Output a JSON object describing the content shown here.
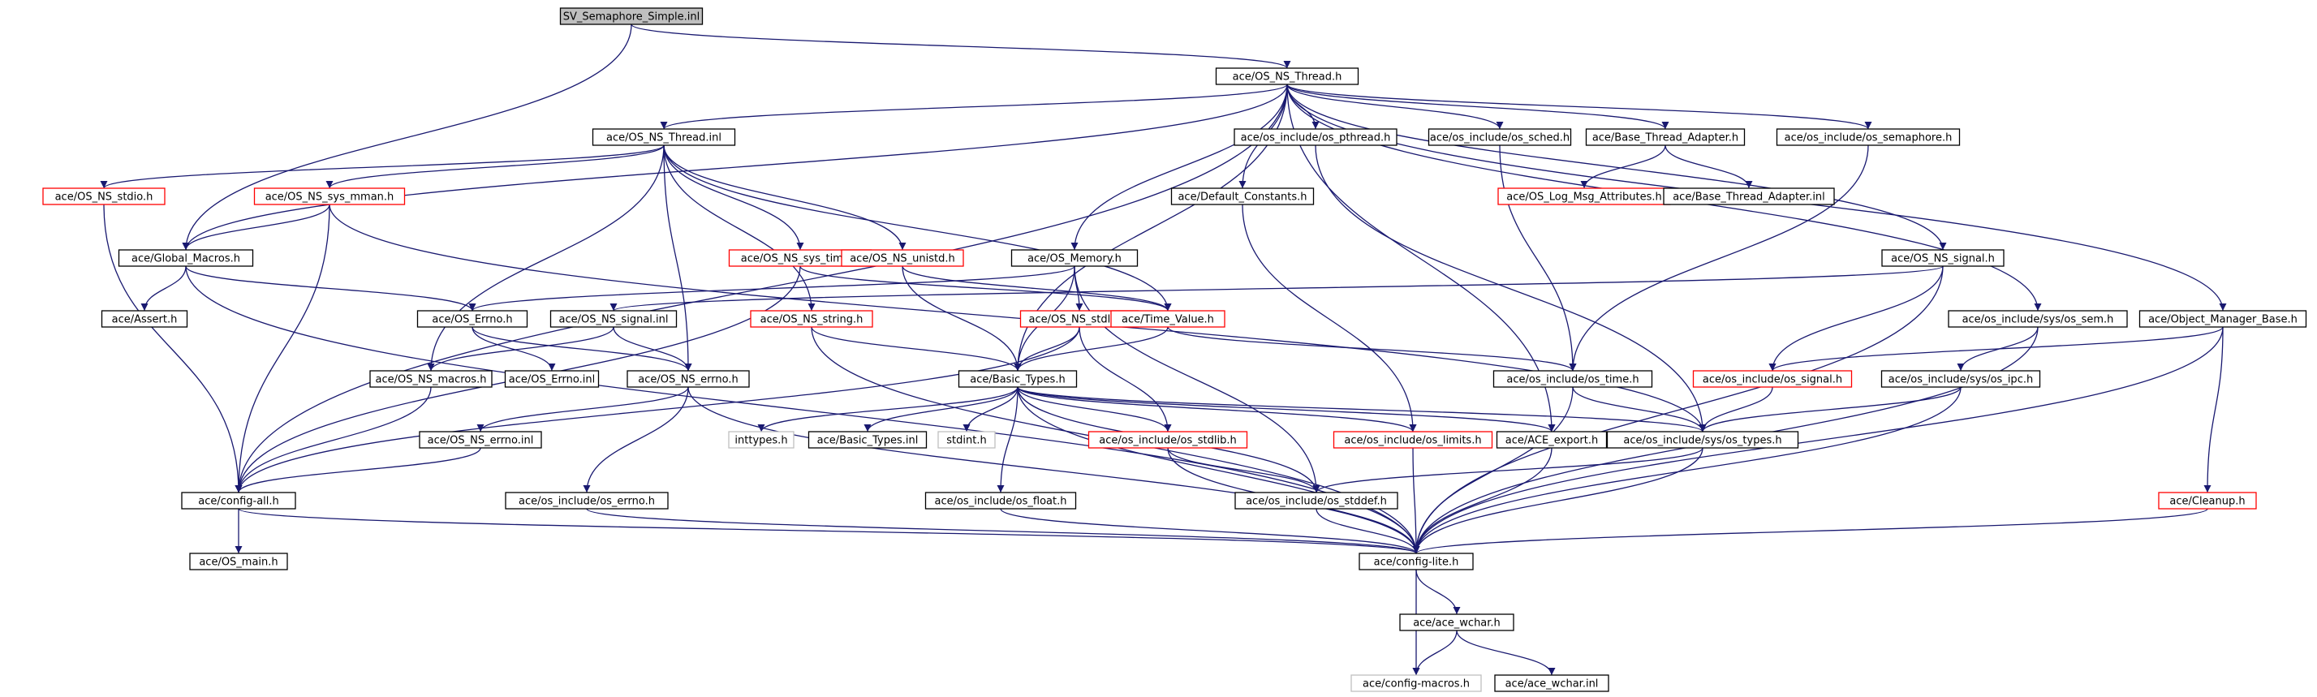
{
  "colors": {
    "edge": "#191970",
    "root_fill": "#bfbfbf",
    "documented_border": "#000000",
    "incomplete_border": "#ff0000",
    "undocumented_border": "#bfbfbf",
    "background": "#ffffff"
  },
  "nodes": [
    {
      "id": "root",
      "label": "SV_Semaphore_Simple.inl",
      "style": "root"
    },
    {
      "id": "os_ns_thread_h",
      "label": "ace/OS_NS_Thread.h",
      "style": "documented"
    },
    {
      "id": "os_ns_thread_inl",
      "label": "ace/OS_NS_Thread.inl",
      "style": "documented"
    },
    {
      "id": "os_pthread",
      "label": "ace/os_include/os_pthread.h",
      "style": "documented"
    },
    {
      "id": "os_sched",
      "label": "ace/os_include/os_sched.h",
      "style": "documented"
    },
    {
      "id": "base_thread_adapter_h",
      "label": "ace/Base_Thread_Adapter.h",
      "style": "documented"
    },
    {
      "id": "os_semaphore",
      "label": "ace/os_include/os_semaphore.h",
      "style": "documented"
    },
    {
      "id": "os_ns_stdio",
      "label": "ace/OS_NS_stdio.h",
      "style": "incomplete"
    },
    {
      "id": "os_ns_sys_mman",
      "label": "ace/OS_NS_sys_mman.h",
      "style": "incomplete"
    },
    {
      "id": "default_constants",
      "label": "ace/Default_Constants.h",
      "style": "documented"
    },
    {
      "id": "os_log_msg_attributes",
      "label": "ace/OS_Log_Msg_Attributes.h",
      "style": "incomplete"
    },
    {
      "id": "base_thread_adapter_inl",
      "label": "ace/Base_Thread_Adapter.inl",
      "style": "documented"
    },
    {
      "id": "global_macros",
      "label": "ace/Global_Macros.h",
      "style": "documented"
    },
    {
      "id": "os_ns_sys_time",
      "label": "ace/OS_NS_sys_time.h",
      "style": "incomplete"
    },
    {
      "id": "os_ns_unistd",
      "label": "ace/OS_NS_unistd.h",
      "style": "incomplete"
    },
    {
      "id": "os_memory",
      "label": "ace/OS_Memory.h",
      "style": "documented"
    },
    {
      "id": "os_ns_signal_h",
      "label": "ace/OS_NS_signal.h",
      "style": "documented"
    },
    {
      "id": "assert_h",
      "label": "ace/Assert.h",
      "style": "documented"
    },
    {
      "id": "os_errno_h",
      "label": "ace/OS_Errno.h",
      "style": "documented"
    },
    {
      "id": "os_ns_signal_inl",
      "label": "ace/OS_NS_signal.inl",
      "style": "documented"
    },
    {
      "id": "os_ns_string",
      "label": "ace/OS_NS_string.h",
      "style": "incomplete"
    },
    {
      "id": "os_ns_stdlib",
      "label": "ace/OS_NS_stdlib.h",
      "style": "incomplete"
    },
    {
      "id": "time_value",
      "label": "ace/Time_Value.h",
      "style": "incomplete"
    },
    {
      "id": "sys_os_sem",
      "label": "ace/os_include/sys/os_sem.h",
      "style": "documented"
    },
    {
      "id": "object_manager_base",
      "label": "ace/Object_Manager_Base.h",
      "style": "documented"
    },
    {
      "id": "os_ns_macros",
      "label": "ace/OS_NS_macros.h",
      "style": "documented"
    },
    {
      "id": "os_errno_inl",
      "label": "ace/OS_Errno.inl",
      "style": "documented"
    },
    {
      "id": "os_ns_errno_h",
      "label": "ace/OS_NS_errno.h",
      "style": "documented"
    },
    {
      "id": "basic_types_h",
      "label": "ace/Basic_Types.h",
      "style": "documented"
    },
    {
      "id": "os_time",
      "label": "ace/os_include/os_time.h",
      "style": "documented"
    },
    {
      "id": "os_signal",
      "label": "ace/os_include/os_signal.h",
      "style": "incomplete"
    },
    {
      "id": "sys_os_ipc",
      "label": "ace/os_include/sys/os_ipc.h",
      "style": "documented"
    },
    {
      "id": "os_ns_errno_inl",
      "label": "ace/OS_NS_errno.inl",
      "style": "documented"
    },
    {
      "id": "inttypes",
      "label": "inttypes.h",
      "style": "undocumented"
    },
    {
      "id": "basic_types_inl",
      "label": "ace/Basic_Types.inl",
      "style": "documented"
    },
    {
      "id": "stdint",
      "label": "stdint.h",
      "style": "undocumented"
    },
    {
      "id": "os_stdlib",
      "label": "ace/os_include/os_stdlib.h",
      "style": "incomplete"
    },
    {
      "id": "os_limits",
      "label": "ace/os_include/os_limits.h",
      "style": "incomplete"
    },
    {
      "id": "ace_export",
      "label": "ace/ACE_export.h",
      "style": "documented"
    },
    {
      "id": "sys_os_types",
      "label": "ace/os_include/sys/os_types.h",
      "style": "documented"
    },
    {
      "id": "config_all",
      "label": "ace/config-all.h",
      "style": "documented"
    },
    {
      "id": "os_errno_include",
      "label": "ace/os_include/os_errno.h",
      "style": "documented"
    },
    {
      "id": "os_float",
      "label": "ace/os_include/os_float.h",
      "style": "documented"
    },
    {
      "id": "os_stddef",
      "label": "ace/os_include/os_stddef.h",
      "style": "documented"
    },
    {
      "id": "cleanup",
      "label": "ace/Cleanup.h",
      "style": "incomplete"
    },
    {
      "id": "os_main",
      "label": "ace/OS_main.h",
      "style": "documented"
    },
    {
      "id": "config_lite",
      "label": "ace/config-lite.h",
      "style": "documented"
    },
    {
      "id": "ace_wchar_h",
      "label": "ace/ace_wchar.h",
      "style": "documented"
    },
    {
      "id": "config_macros",
      "label": "ace/config-macros.h",
      "style": "undocumented"
    },
    {
      "id": "ace_wchar_inl",
      "label": "ace/ace_wchar.inl",
      "style": "documented"
    }
  ],
  "edges": [
    [
      "root",
      "os_ns_thread_h"
    ],
    [
      "root",
      "global_macros"
    ],
    [
      "os_ns_thread_h",
      "os_ns_thread_inl"
    ],
    [
      "os_ns_thread_h",
      "os_pthread"
    ],
    [
      "os_ns_thread_h",
      "os_sched"
    ],
    [
      "os_ns_thread_h",
      "base_thread_adapter_h"
    ],
    [
      "os_ns_thread_h",
      "os_semaphore"
    ],
    [
      "os_ns_thread_h",
      "default_constants"
    ],
    [
      "os_ns_thread_h",
      "os_memory"
    ],
    [
      "os_ns_thread_h",
      "os_ns_signal_h"
    ],
    [
      "os_ns_thread_h",
      "sys_os_sem"
    ],
    [
      "os_ns_thread_h",
      "object_manager_base"
    ],
    [
      "os_ns_thread_h",
      "global_macros"
    ],
    [
      "os_ns_thread_h",
      "config_all"
    ],
    [
      "os_ns_thread_h",
      "basic_types_h"
    ],
    [
      "os_ns_thread_h",
      "ace_export"
    ],
    [
      "os_ns_thread_inl",
      "os_ns_stdio"
    ],
    [
      "os_ns_thread_inl",
      "os_ns_sys_mman"
    ],
    [
      "os_ns_thread_inl",
      "os_ns_sys_time"
    ],
    [
      "os_ns_thread_inl",
      "os_ns_unistd"
    ],
    [
      "os_ns_thread_inl",
      "os_ns_string"
    ],
    [
      "os_ns_thread_inl",
      "os_ns_macros"
    ],
    [
      "os_ns_thread_inl",
      "os_ns_errno_h"
    ],
    [
      "os_ns_thread_inl",
      "time_value"
    ],
    [
      "os_pthread",
      "sys_os_types"
    ],
    [
      "os_sched",
      "os_time"
    ],
    [
      "base_thread_adapter_h",
      "os_log_msg_attributes"
    ],
    [
      "base_thread_adapter_h",
      "base_thread_adapter_inl"
    ],
    [
      "os_semaphore",
      "os_time"
    ],
    [
      "default_constants",
      "os_limits"
    ],
    [
      "os_ns_stdio",
      "config_all"
    ],
    [
      "os_ns_sys_mman",
      "global_macros"
    ],
    [
      "os_ns_sys_mman",
      "config_all"
    ],
    [
      "os_ns_sys_mman",
      "sys_os_types"
    ],
    [
      "global_macros",
      "assert_h"
    ],
    [
      "global_macros",
      "os_errno_h"
    ],
    [
      "global_macros",
      "config_lite"
    ],
    [
      "os_ns_sys_time",
      "config_all"
    ],
    [
      "os_ns_sys_time",
      "time_value"
    ],
    [
      "os_ns_unistd",
      "basic_types_h"
    ],
    [
      "os_ns_unistd",
      "time_value"
    ],
    [
      "os_memory",
      "os_errno_h"
    ],
    [
      "os_memory",
      "basic_types_h"
    ],
    [
      "os_memory",
      "os_ns_stdlib"
    ],
    [
      "os_memory",
      "os_stddef"
    ],
    [
      "os_ns_signal_h",
      "os_ns_signal_inl"
    ],
    [
      "os_ns_signal_h",
      "os_signal"
    ],
    [
      "os_ns_signal_h",
      "config_lite"
    ],
    [
      "os_errno_h",
      "os_errno_inl"
    ],
    [
      "os_errno_h",
      "os_ns_errno_h"
    ],
    [
      "os_ns_signal_inl",
      "os_ns_macros"
    ],
    [
      "os_ns_signal_inl",
      "os_ns_errno_h"
    ],
    [
      "os_ns_string",
      "basic_types_h"
    ],
    [
      "os_ns_string",
      "config_lite"
    ],
    [
      "os_ns_stdlib",
      "basic_types_h"
    ],
    [
      "os_ns_stdlib",
      "config_all"
    ],
    [
      "os_ns_stdlib",
      "os_stdlib"
    ],
    [
      "time_value",
      "basic_types_h"
    ],
    [
      "time_value",
      "os_time"
    ],
    [
      "sys_os_sem",
      "sys_os_ipc"
    ],
    [
      "sys_os_sem",
      "config_lite"
    ],
    [
      "object_manager_base",
      "os_signal"
    ],
    [
      "object_manager_base",
      "cleanup"
    ],
    [
      "object_manager_base",
      "config_lite"
    ],
    [
      "os_ns_macros",
      "config_all"
    ],
    [
      "os_ns_errno_h",
      "os_ns_errno_inl"
    ],
    [
      "os_ns_errno_h",
      "os_errno_include"
    ],
    [
      "os_ns_errno_h",
      "config_lite"
    ],
    [
      "basic_types_h",
      "inttypes"
    ],
    [
      "basic_types_h",
      "basic_types_inl"
    ],
    [
      "basic_types_h",
      "stdint"
    ],
    [
      "basic_types_h",
      "os_stdlib"
    ],
    [
      "basic_types_h",
      "os_limits"
    ],
    [
      "basic_types_h",
      "ace_export"
    ],
    [
      "basic_types_h",
      "sys_os_types"
    ],
    [
      "basic_types_h",
      "os_float"
    ],
    [
      "basic_types_h",
      "os_stddef"
    ],
    [
      "basic_types_h",
      "config_lite"
    ],
    [
      "os_time",
      "sys_os_types"
    ],
    [
      "os_time",
      "config_lite"
    ],
    [
      "os_signal",
      "sys_os_types"
    ],
    [
      "sys_os_ipc",
      "sys_os_types"
    ],
    [
      "sys_os_ipc",
      "config_lite"
    ],
    [
      "os_ns_errno_inl",
      "config_all"
    ],
    [
      "os_stdlib",
      "os_stddef"
    ],
    [
      "os_stdlib",
      "config_lite"
    ],
    [
      "os_limits",
      "config_lite"
    ],
    [
      "ace_export",
      "config_lite"
    ],
    [
      "sys_os_types",
      "os_stddef"
    ],
    [
      "sys_os_types",
      "config_lite"
    ],
    [
      "config_all",
      "os_main"
    ],
    [
      "config_all",
      "config_lite"
    ],
    [
      "os_errno_include",
      "config_lite"
    ],
    [
      "os_float",
      "config_lite"
    ],
    [
      "os_stddef",
      "config_lite"
    ],
    [
      "cleanup",
      "config_lite"
    ],
    [
      "config_lite",
      "ace_wchar_h"
    ],
    [
      "config_lite",
      "config_macros"
    ],
    [
      "ace_wchar_h",
      "config_macros"
    ],
    [
      "ace_wchar_h",
      "ace_wchar_inl"
    ]
  ]
}
